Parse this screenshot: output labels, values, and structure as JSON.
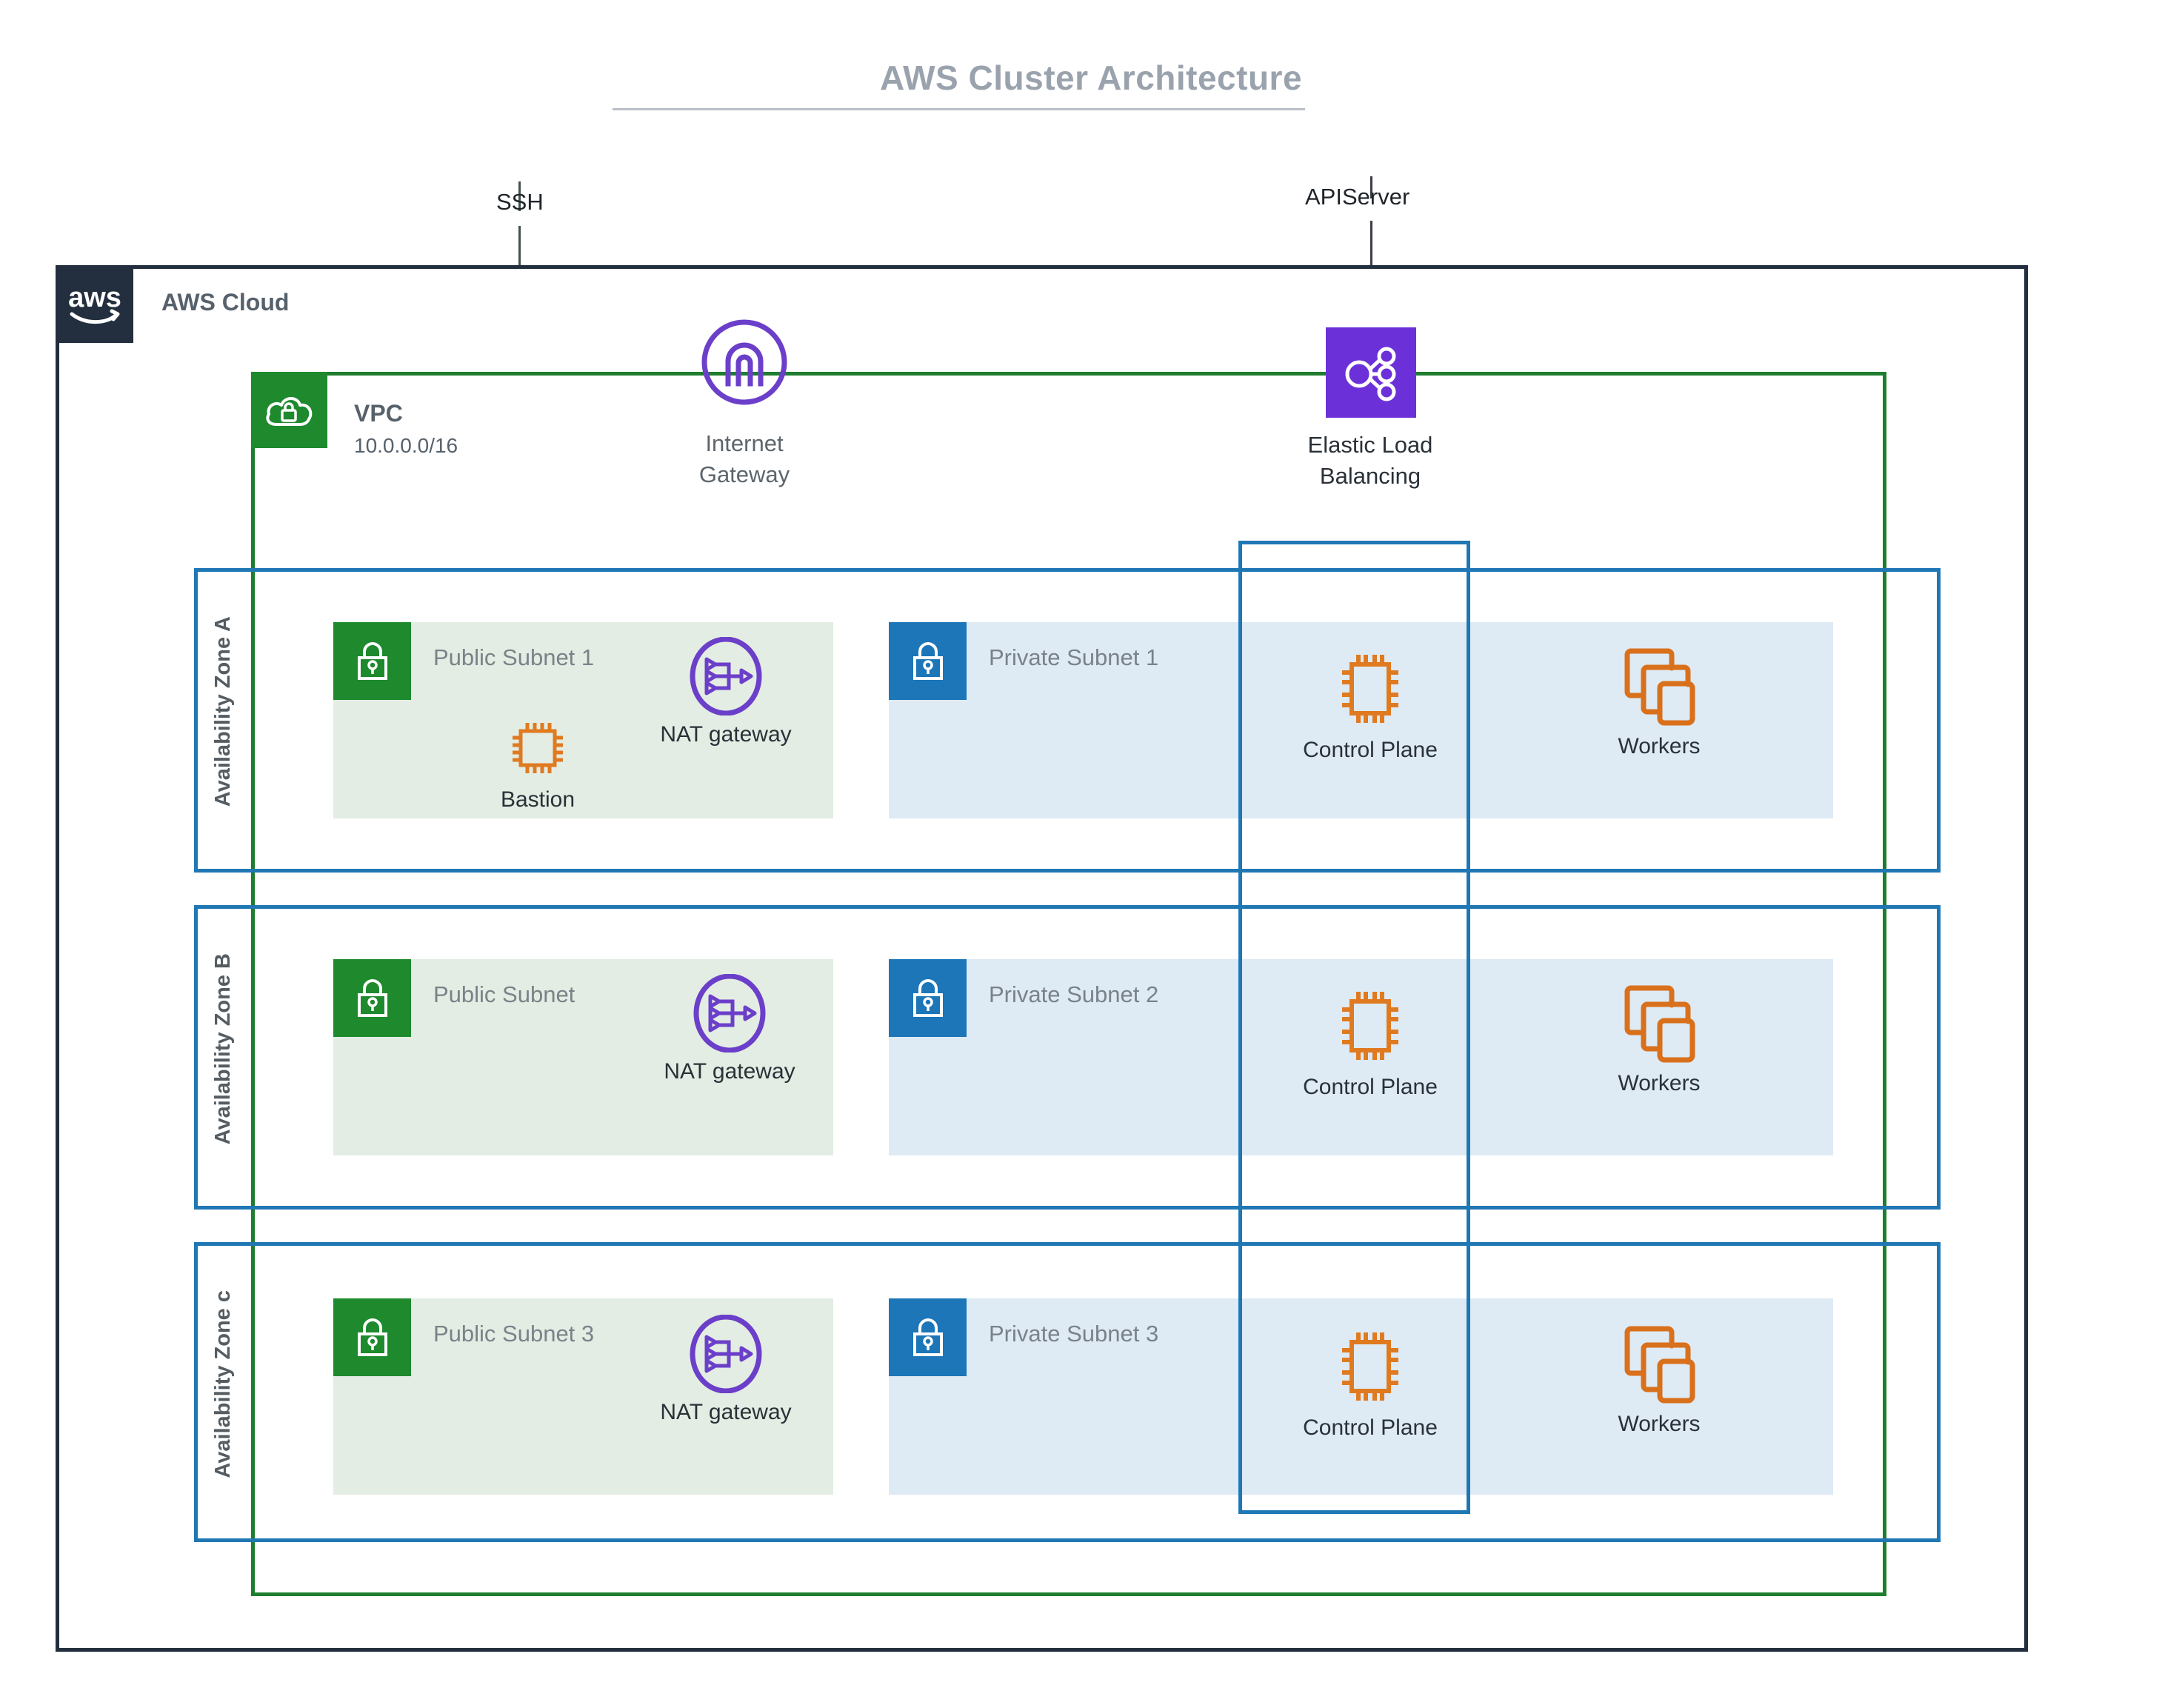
{
  "title": "AWS Cluster Architecture",
  "cloud": {
    "label": "AWS Cloud",
    "logo_icon": "aws-logo-icon",
    "border_color": "#232F3E"
  },
  "vpc": {
    "label": "VPC",
    "cidr": "10.0.0.0/16",
    "icon": "vpc-cloud-lock-icon",
    "border_color": "#1E7D2E",
    "icon_color": "#1E8A2D"
  },
  "connections": [
    {
      "label": "SSH",
      "target": "Bastion"
    },
    {
      "label": "APIServer",
      "target": "Elastic Load Balancing"
    }
  ],
  "internet_gateway": {
    "label_line1": "Internet",
    "label_line2": "Gateway",
    "icon": "internet-gateway-icon",
    "color": "#6B3FC9"
  },
  "load_balancer": {
    "label_line1": "Elastic Load",
    "label_line2": "Balancing",
    "icon": "elastic-load-balancing-icon",
    "color": "#6C30D9"
  },
  "availability_zones": [
    {
      "label": "Availability Zone A",
      "public_subnet": {
        "name": "Public Subnet 1",
        "lock_icon": "green-lock-icon",
        "color": "#1E8A2D",
        "band_color": "#E3EDE3",
        "nodes": [
          {
            "name": "Bastion",
            "icon": "cpu-chip-icon",
            "color": "#E07A20"
          },
          {
            "name": "NAT gateway",
            "icon": "nat-gateway-icon",
            "color": "#6B3FC9"
          }
        ]
      },
      "private_subnet": {
        "name": "Private Subnet 1",
        "lock_icon": "blue-lock-icon",
        "color": "#1C76B8",
        "band_color": "#DEEAF4",
        "nodes": [
          {
            "name": "Control Plane",
            "icon": "cpu-chip-icon",
            "color": "#E07A20"
          },
          {
            "name": "Workers",
            "icon": "stacked-instances-icon",
            "color": "#D9701B"
          }
        ]
      }
    },
    {
      "label": "Availability Zone B",
      "public_subnet": {
        "name": "Public Subnet",
        "lock_icon": "green-lock-icon",
        "color": "#1E8A2D",
        "band_color": "#E3EDE3",
        "nodes": [
          {
            "name": "NAT gateway",
            "icon": "nat-gateway-icon",
            "color": "#6B3FC9"
          }
        ]
      },
      "private_subnet": {
        "name": "Private Subnet 2",
        "lock_icon": "blue-lock-icon",
        "color": "#1C76B8",
        "band_color": "#DEEAF4",
        "nodes": [
          {
            "name": "Control Plane",
            "icon": "cpu-chip-icon",
            "color": "#E07A20"
          },
          {
            "name": "Workers",
            "icon": "stacked-instances-icon",
            "color": "#D9701B"
          }
        ]
      }
    },
    {
      "label": "Availability Zone c",
      "public_subnet": {
        "name": "Public Subnet 3",
        "lock_icon": "green-lock-icon",
        "color": "#1E8A2D",
        "band_color": "#E3EDE3",
        "nodes": [
          {
            "name": "NAT gateway",
            "icon": "nat-gateway-icon",
            "color": "#6B3FC9"
          }
        ]
      },
      "private_subnet": {
        "name": "Private Subnet 3",
        "lock_icon": "blue-lock-icon",
        "color": "#1C76B8",
        "band_color": "#DEEAF4",
        "nodes": [
          {
            "name": "Control Plane",
            "icon": "cpu-chip-icon",
            "color": "#E07A20"
          },
          {
            "name": "Workers",
            "icon": "stacked-instances-icon",
            "color": "#D9701B"
          }
        ]
      }
    }
  ],
  "cluster_box": {
    "border_color": "#1F77B4"
  }
}
